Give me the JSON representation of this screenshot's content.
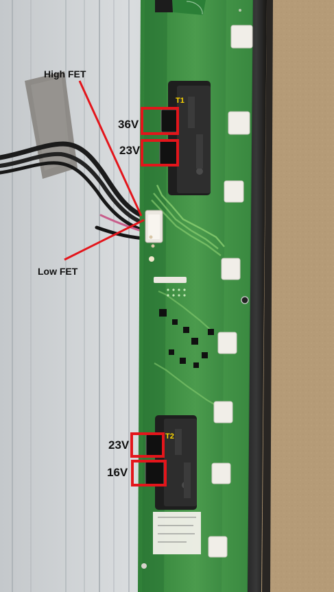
{
  "annotations": {
    "high_fet": "High FET",
    "low_fet": "Low FET",
    "t1": "T1",
    "t2": "T2",
    "t1_upper": "36V",
    "t1_lower": "23V",
    "t2_upper": "23V",
    "t2_lower": "16V"
  },
  "colors": {
    "highlight_box": "#e3151b",
    "pointer_line": "#e3151b",
    "transformer_tag": "#ffd800",
    "board_green": "#3f8f45",
    "wall": "#b59b77",
    "metal_panel": "#cfd3d6"
  }
}
